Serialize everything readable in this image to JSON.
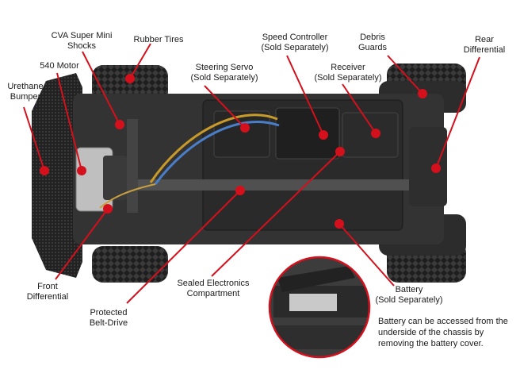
{
  "labels": {
    "cva_shocks": "CVA Super Mini\nShocks",
    "rubber_tires": "Rubber Tires",
    "steering_servo": "Steering Servo\n(Sold Separately)",
    "speed_controller": "Speed Controller\n(Sold Separately)",
    "debris_guards": "Debris\nGuards",
    "rear_differential": "Rear\nDifferential",
    "motor_540": "540 Motor",
    "receiver": "Receiver\n(Sold Separately)",
    "urethane_bumper": "Urethane\nBumper",
    "front_differential": "Front\nDifferential",
    "sealed_electronics": "Sealed Electronics\nCompartment",
    "battery": "Battery\n(Sold Separately)",
    "protected_belt_drive": "Protected\nBelt-Drive"
  },
  "battery_note": "Battery can be accessed from the\nunderside of the chassis by\nremoving the battery cover.",
  "colors": {
    "callout": "#d4101c",
    "chassis": "#2a2a2a",
    "background": "#ffffff"
  }
}
